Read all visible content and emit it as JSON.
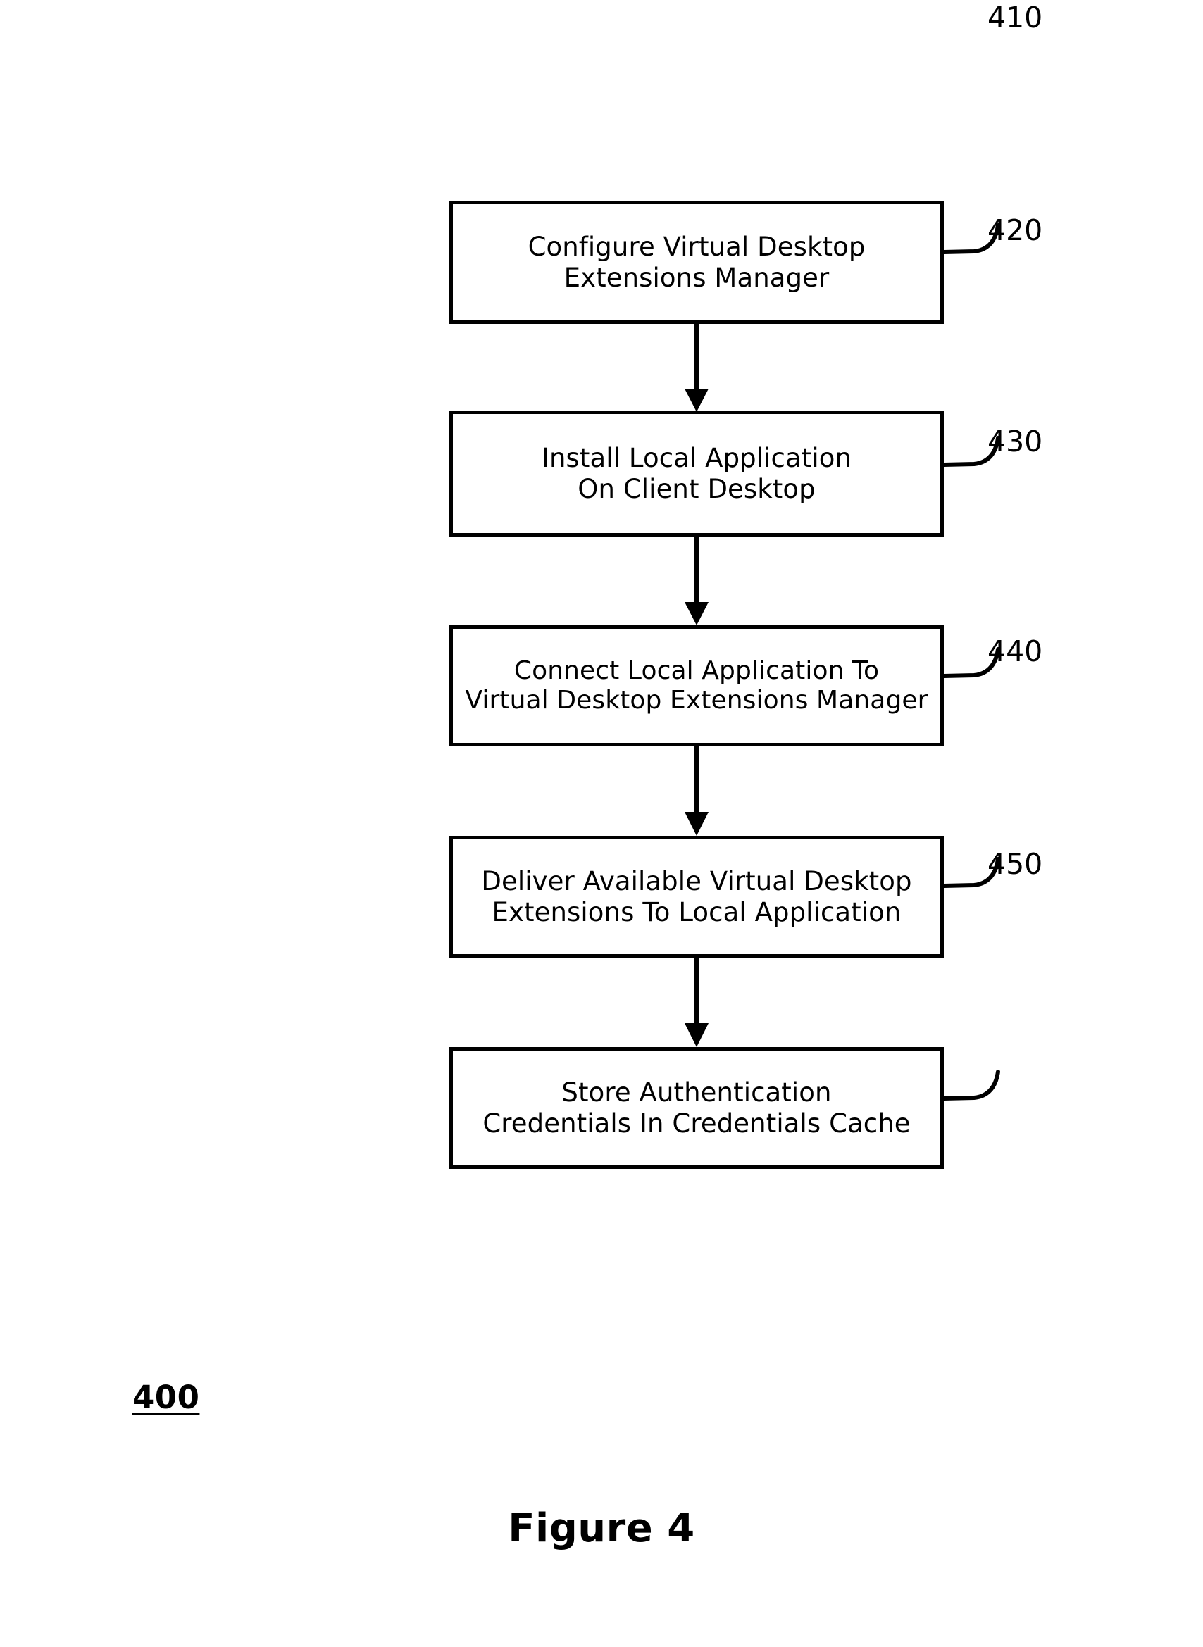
{
  "figure": {
    "caption": "Figure 4",
    "reference_number": "400",
    "diagram_type": "flowchart"
  },
  "flowchart": {
    "steps": [
      {
        "ref": "410",
        "line1": "Configure Virtual Desktop",
        "line2": "Extensions Manager",
        "text": "Configure Virtual Desktop\nExtensions Manager"
      },
      {
        "ref": "420",
        "line1": "Install Local Application",
        "line2": "On Client Desktop",
        "text": "Install Local Application\nOn Client Desktop"
      },
      {
        "ref": "430",
        "line1": "Connect Local Application To",
        "line2": "Virtual Desktop Extensions Manager",
        "text": "Connect Local Application To\nVirtual Desktop Extensions Manager"
      },
      {
        "ref": "440",
        "line1": "Deliver Available Virtual Desktop",
        "line2": "Extensions To Local Application",
        "text": "Deliver Available Virtual Desktop\nExtensions To Local Application"
      },
      {
        "ref": "450",
        "line1": "Store Authentication",
        "line2": "Credentials In Credentials Cache",
        "text": "Store Authentication\nCredentials In Credentials Cache"
      }
    ],
    "connectors": [
      {
        "from": "410",
        "to": "420"
      },
      {
        "from": "420",
        "to": "430"
      },
      {
        "from": "430",
        "to": "440"
      },
      {
        "from": "440",
        "to": "450"
      }
    ]
  },
  "colors": {
    "ink": "#000000",
    "background": "#ffffff"
  }
}
